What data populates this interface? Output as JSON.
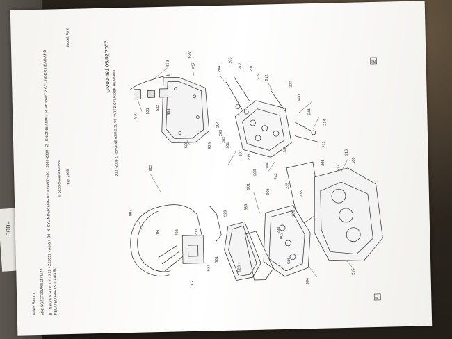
{
  "header": {
    "make": "Make: Saturn",
    "vin": "VIN: 5GZER33W68J171144",
    "path": "S - Saturn > 2008 > Z - Z22 - Z22059 - Aura > 90 - 6 CYLINDER ENGINE > GM00-491 · 2007-2008 · Z · ENGINE ASM-3.5L V6 PART 2 CYLINDER HEAD AND",
    "path2": "RELATED PARTS (LZ4/3.5L)",
    "year": "Year: 2008",
    "model": "Model: Aura",
    "copyright": "© 2020 General Motors"
  },
  "diagram": {
    "title": "GM00-491   05/02/2007",
    "subtitle": "Z · ENGINE ASM-3.5L V6 PART 2 CYLINDER HEAD AND",
    "subtitle_range": "2007-2008",
    "stamp": "01",
    "corner_mark": "GM",
    "callouts": [
      {
        "id": "c533",
        "label": "533"
      },
      {
        "id": "c527",
        "label": "527"
      },
      {
        "id": "c528",
        "label": "528"
      },
      {
        "id": "c204a",
        "label": "204"
      },
      {
        "id": "c203",
        "label": "203"
      },
      {
        "id": "c202",
        "label": "202"
      },
      {
        "id": "c201",
        "label": "201"
      },
      {
        "id": "c239",
        "label": "239"
      },
      {
        "id": "c212",
        "label": "212"
      },
      {
        "id": "c200a",
        "label": "200"
      },
      {
        "id": "c900",
        "label": "900"
      },
      {
        "id": "c241",
        "label": "241"
      },
      {
        "id": "c214",
        "label": "214"
      },
      {
        "id": "c530",
        "label": "530"
      },
      {
        "id": "c531",
        "label": "531"
      },
      {
        "id": "c532",
        "label": "532"
      },
      {
        "id": "c534",
        "label": "534"
      },
      {
        "id": "c526",
        "label": "526"
      },
      {
        "id": "c525",
        "label": "525"
      },
      {
        "id": "c204b",
        "label": "204"
      },
      {
        "id": "c203b",
        "label": "203"
      },
      {
        "id": "c202b",
        "label": "202"
      },
      {
        "id": "c201b",
        "label": "201"
      },
      {
        "id": "c207",
        "label": "207"
      },
      {
        "id": "c206",
        "label": "206"
      },
      {
        "id": "c208",
        "label": "208"
      },
      {
        "id": "c904a",
        "label": "904"
      },
      {
        "id": "c242",
        "label": "242"
      },
      {
        "id": "c240",
        "label": "240"
      },
      {
        "id": "c213",
        "label": "213"
      },
      {
        "id": "c205",
        "label": "205"
      },
      {
        "id": "c237",
        "label": "237"
      },
      {
        "id": "c216",
        "label": "216"
      },
      {
        "id": "c100",
        "label": "100"
      },
      {
        "id": "c903",
        "label": "903"
      },
      {
        "id": "c907",
        "label": "907"
      },
      {
        "id": "c704",
        "label": "704"
      },
      {
        "id": "c703",
        "label": "703"
      },
      {
        "id": "c700",
        "label": "700"
      },
      {
        "id": "c701",
        "label": "701"
      },
      {
        "id": "c627",
        "label": "627"
      },
      {
        "id": "c702",
        "label": "702"
      },
      {
        "id": "c529",
        "label": "529"
      },
      {
        "id": "c535",
        "label": "535"
      },
      {
        "id": "c901",
        "label": "901"
      },
      {
        "id": "c905",
        "label": "905"
      },
      {
        "id": "c235",
        "label": "235"
      },
      {
        "id": "c236",
        "label": "236"
      },
      {
        "id": "c902",
        "label": "902"
      },
      {
        "id": "c200b",
        "label": "200"
      },
      {
        "id": "c536",
        "label": "536"
      },
      {
        "id": "c528b",
        "label": "528"
      },
      {
        "id": "c904b",
        "label": "904"
      },
      {
        "id": "c215",
        "label": "215"
      },
      {
        "id": "c238",
        "label": "238"
      }
    ]
  }
}
